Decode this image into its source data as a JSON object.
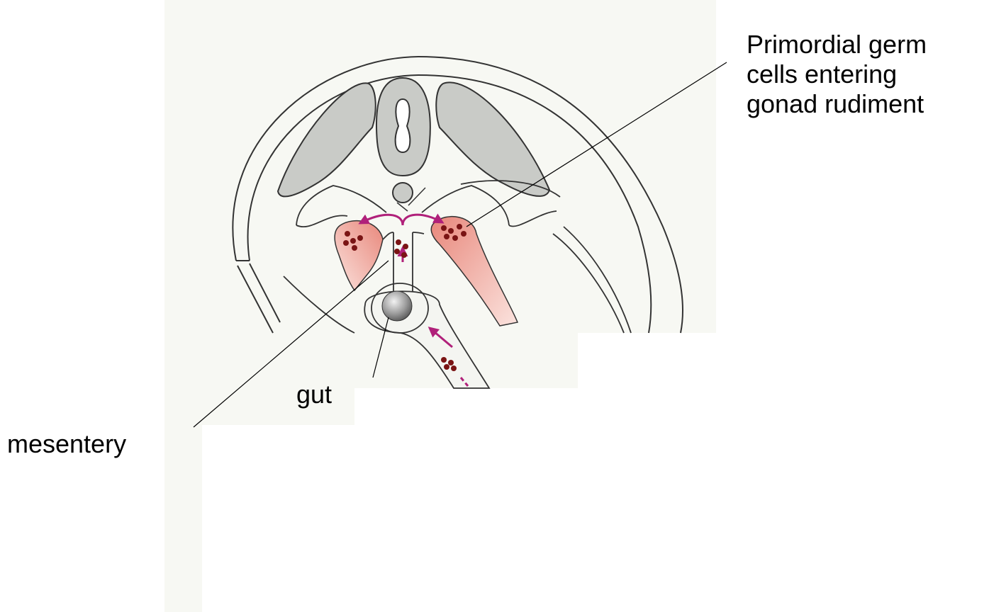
{
  "labels": {
    "pgc": {
      "line1": "Primordial germ",
      "line2": "cells entering",
      "line3": "gonad rudiment"
    },
    "gut": "gut",
    "mesentery": "mesentery"
  },
  "colors": {
    "page_background": "#ffffff",
    "figure_background": "#f7f8f3",
    "somite_fill": "#c9cbc7",
    "outline": "#333333",
    "gonad_fill": "#e88c80",
    "germ_cell": "#7a1414",
    "migration_arrow": "#b0207a",
    "gut_fill": "#8f8f8f"
  }
}
